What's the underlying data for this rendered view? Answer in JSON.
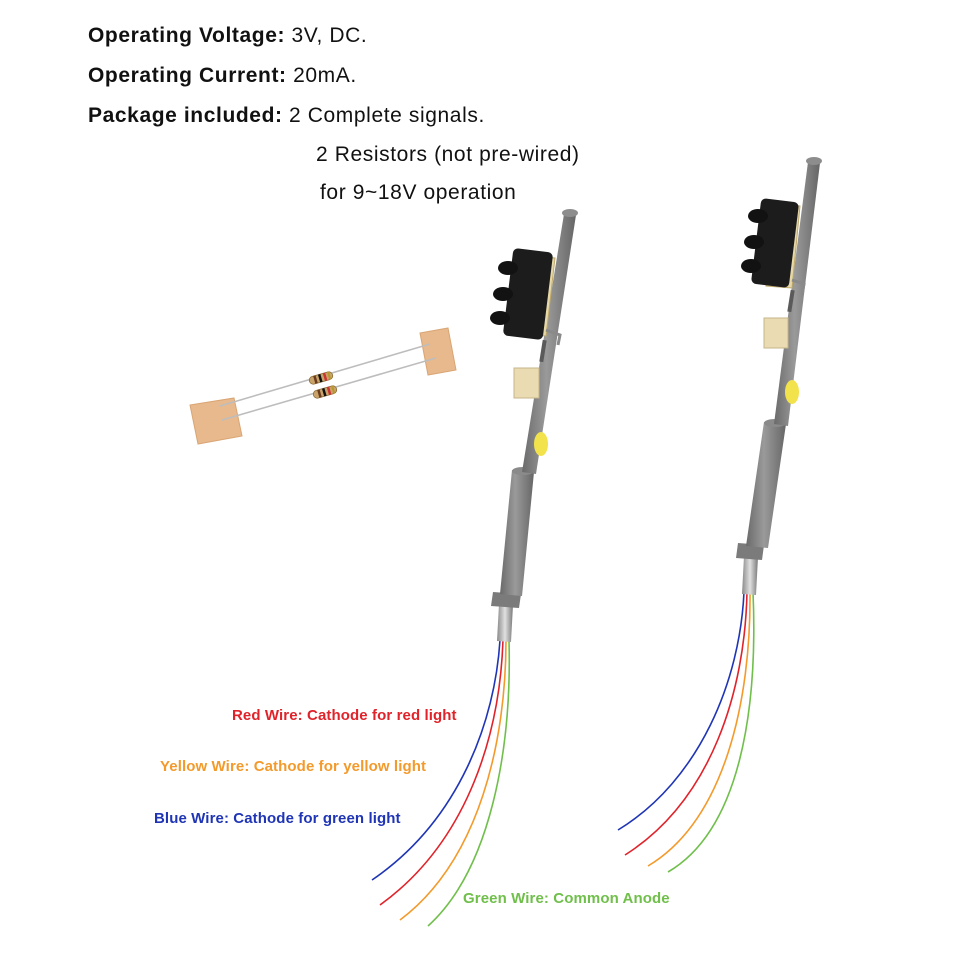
{
  "specs": {
    "voltage": {
      "label": "Operating Voltage:",
      "value": "3V, DC."
    },
    "current": {
      "label": "Operating Current:",
      "value": "20mA."
    },
    "package": {
      "label": "Package included:",
      "line1": "2 Complete signals.",
      "line2": "2 Resistors (not pre-wired)",
      "line3": "for 9~18V operation"
    }
  },
  "wire_labels": {
    "red": "Red Wire: Cathode for red light",
    "yellow": "Yellow Wire: Cathode for yellow light",
    "blue": "Blue Wire: Cathode for green light",
    "green": "Green Wire: Common Anode"
  },
  "colors": {
    "red_wire": "#e0232a",
    "yellow_wire": "#f39a2b",
    "blue_wire": "#1f35b5",
    "green_wire": "#6fbf4a",
    "signal_body": "#7d7d7d",
    "signal_head": "#1a1a1a",
    "tape": "#e8b98d"
  }
}
